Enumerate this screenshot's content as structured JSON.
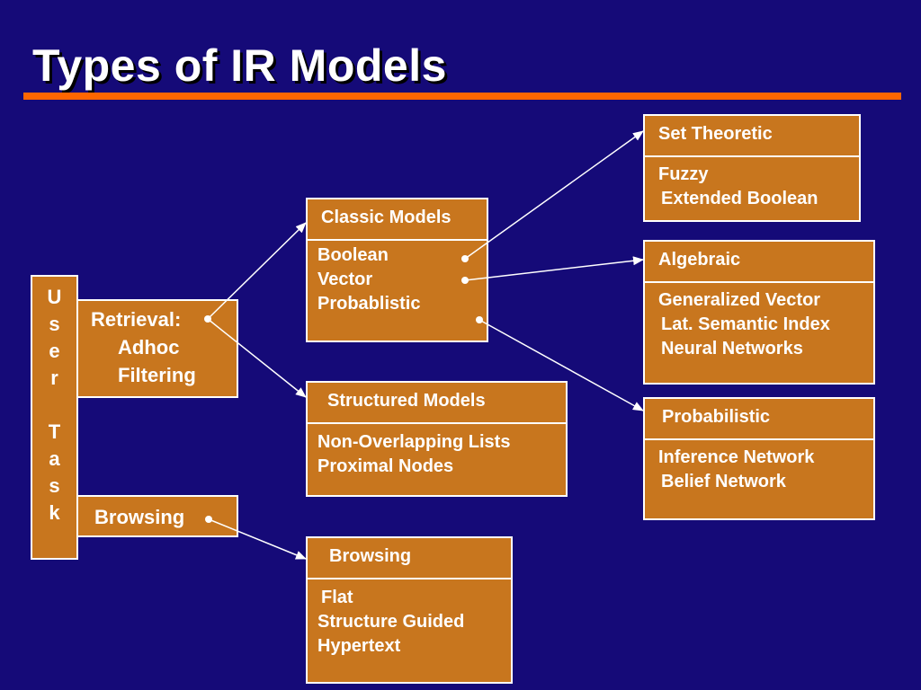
{
  "title": "Types of IR Models",
  "user_task": {
    "letters_top": [
      "U",
      "s",
      "e",
      "r"
    ],
    "letters_bottom": [
      "T",
      "a",
      "s",
      "k"
    ]
  },
  "retrieval": {
    "label": "Retrieval:",
    "items": [
      "Adhoc",
      "Filtering"
    ]
  },
  "browsing_task": {
    "label": "Browsing"
  },
  "classic_models": {
    "header": "Classic Models",
    "items": [
      "Boolean",
      "Vector",
      "Probablistic"
    ]
  },
  "structured_models": {
    "header": "Structured Models",
    "items": [
      "Non-Overlapping Lists",
      "Proximal Nodes"
    ]
  },
  "browsing_models": {
    "header": "Browsing",
    "items": [
      "Flat",
      "Structure Guided",
      "Hypertext"
    ]
  },
  "set_theoretic": {
    "header": "Set Theoretic",
    "items": [
      "Fuzzy",
      "Extended Boolean"
    ]
  },
  "algebraic": {
    "header": "Algebraic",
    "items": [
      "Generalized Vector",
      "Lat. Semantic Index",
      "Neural Networks"
    ]
  },
  "probabilistic": {
    "header": "Probabilistic",
    "items": [
      "Inference Network",
      "Belief Network"
    ]
  },
  "colors": {
    "background": "#150a78",
    "box_fill": "#c8761e",
    "rule": "#ff6600",
    "text": "#ffffff"
  }
}
